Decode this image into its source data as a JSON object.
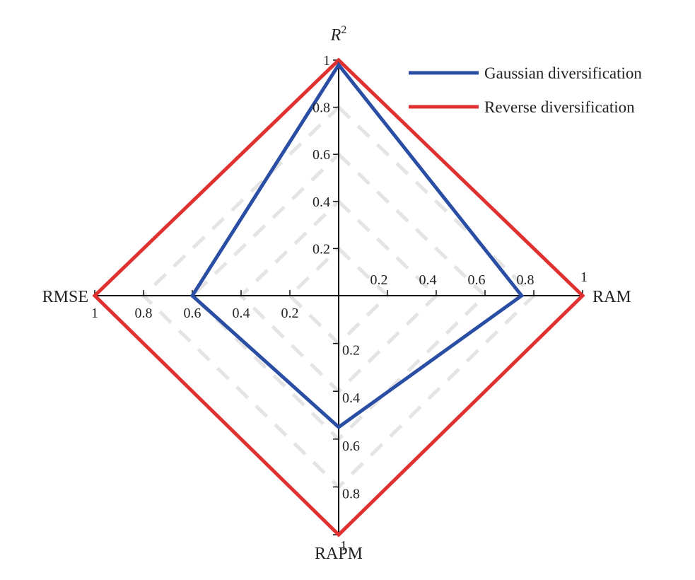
{
  "chart_data": {
    "type": "radar",
    "axes": [
      {
        "key": "r2",
        "label": "R",
        "superscript": "2",
        "italic": true
      },
      {
        "key": "ram",
        "label": "RAM"
      },
      {
        "key": "rapm",
        "label": "RAPM"
      },
      {
        "key": "rmse",
        "label": "RMSE"
      }
    ],
    "range": [
      0,
      1
    ],
    "ticks": [
      "0.2",
      "0.4",
      "0.6",
      "0.8",
      "1"
    ],
    "tick_values": [
      0.2,
      0.4,
      0.6,
      0.8,
      1
    ],
    "grid": "dashed",
    "legend_position": "top-right",
    "series": [
      {
        "name": "Gaussian diversification",
        "color": "#2a4ea3",
        "values": {
          "r2": 0.98,
          "ram": 0.75,
          "rapm": 0.55,
          "rmse": 0.6
        }
      },
      {
        "name": "Reverse diversification",
        "color": "#e03131",
        "values": {
          "r2": 1.0,
          "ram": 1.0,
          "rapm": 1.0,
          "rmse": 1.0
        }
      }
    ]
  },
  "colors": {
    "axis": "#111111",
    "grid": "#e4e4e4"
  }
}
